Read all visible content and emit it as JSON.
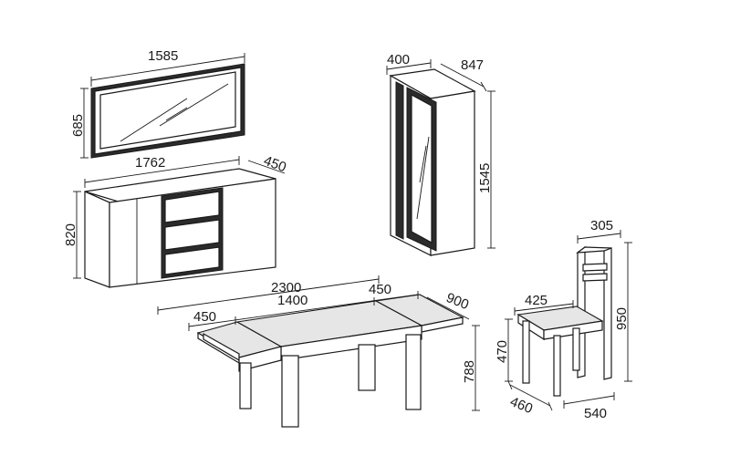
{
  "mirror": {
    "width": "1585",
    "height": "685"
  },
  "sideboard": {
    "width": "1762",
    "depth": "450",
    "height": "820"
  },
  "cabinet": {
    "width": "400",
    "depth": "847",
    "height": "1545"
  },
  "table": {
    "extended": "2300",
    "leaf_left": "450",
    "core": "1400",
    "leaf_right": "450",
    "depth": "900",
    "height": "788"
  },
  "chair": {
    "back_width": "305",
    "seat_width": "425",
    "height": "950",
    "seat_height": "470",
    "depth": "460",
    "width": "540"
  }
}
